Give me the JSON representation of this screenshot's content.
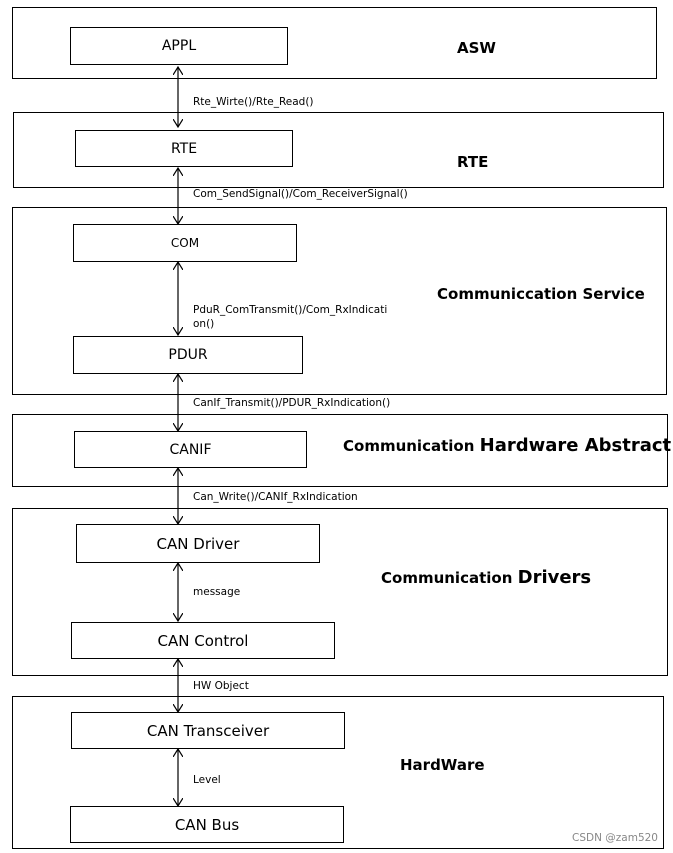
{
  "layers": {
    "asw": "ASW",
    "rte": "RTE",
    "service": "Communiccation Service",
    "hw_abstract": {
      "prefix": "Communication",
      "main": "Hardware Abstract"
    },
    "drivers": {
      "prefix": "Communication",
      "main": "Drivers"
    },
    "hardware": "HardWare"
  },
  "modules": {
    "appl": "APPL",
    "rte": "RTE",
    "com": "COM",
    "pdur": "PDUR",
    "canif": "CANIF",
    "can_driver": "CAN Driver",
    "can_control": "CAN Control",
    "can_transceiver": "CAN Transceiver",
    "can_bus": "CAN Bus"
  },
  "interfaces": {
    "appl_rte": "Rte_Wirte()/Rte_Read()",
    "rte_com": "Com_SendSignal()/Com_ReceiverSignal()",
    "com_pdur": "PduR_ComTransmit()/Com_RxIndication()",
    "pdur_canif": "CanIf_Transmit()/PDUR_RxIndication()",
    "canif_driver": "Can_Write()/CANIf_RxIndication",
    "driver_control": "message",
    "control_transceiver": "HW Object",
    "transceiver_bus": "Level"
  },
  "watermark": "CSDN @zam520"
}
